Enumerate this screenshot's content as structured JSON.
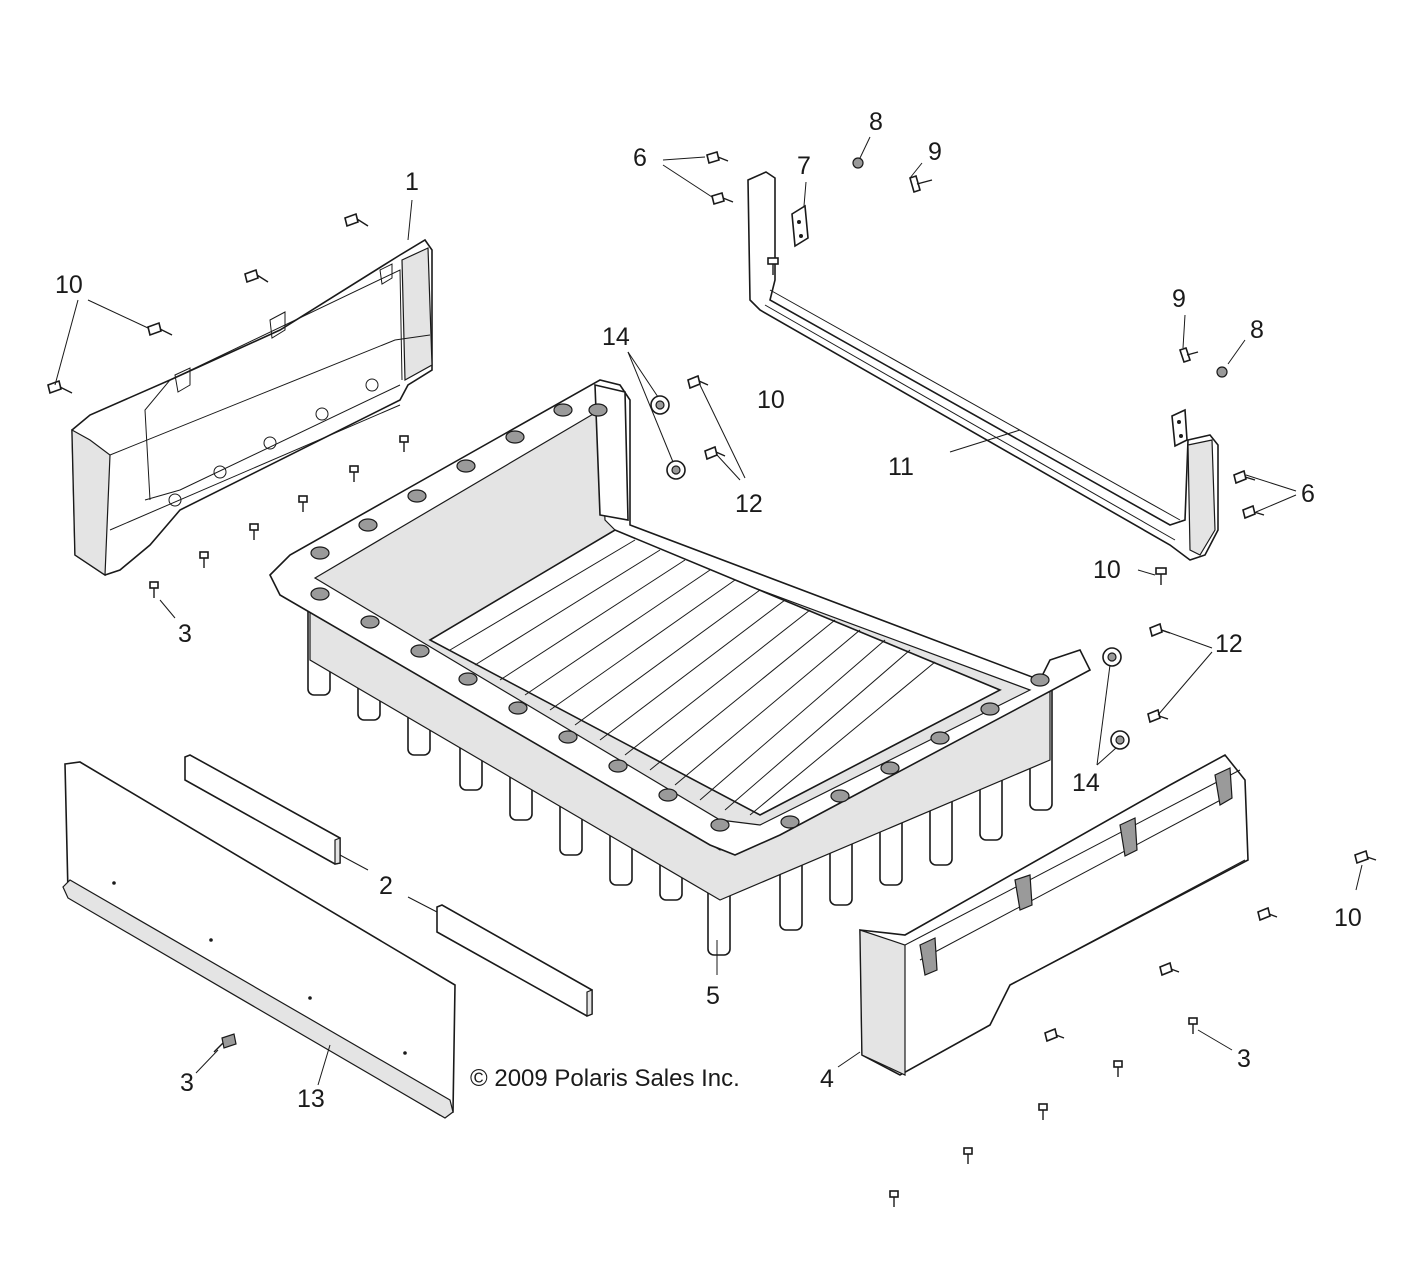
{
  "copyright": "© 2009 Polaris Sales Inc.",
  "callouts": [
    {
      "id": "c1",
      "text": "1"
    },
    {
      "id": "c10a",
      "text": "10"
    },
    {
      "id": "c3a",
      "text": "3"
    },
    {
      "id": "c6a",
      "text": "6"
    },
    {
      "id": "c7",
      "text": "7"
    },
    {
      "id": "c8a",
      "text": "8"
    },
    {
      "id": "c9a",
      "text": "9"
    },
    {
      "id": "c14a",
      "text": "14"
    },
    {
      "id": "c12a",
      "text": "12"
    },
    {
      "id": "c10b",
      "text": "10"
    },
    {
      "id": "c9b",
      "text": "9"
    },
    {
      "id": "c8b",
      "text": "8"
    },
    {
      "id": "c11",
      "text": "11"
    },
    {
      "id": "c6b",
      "text": "6"
    },
    {
      "id": "c10c",
      "text": "10"
    },
    {
      "id": "c12b",
      "text": "12"
    },
    {
      "id": "c14b",
      "text": "14"
    },
    {
      "id": "c2",
      "text": "2"
    },
    {
      "id": "c5",
      "text": "5"
    },
    {
      "id": "c10d",
      "text": "10"
    },
    {
      "id": "c3b",
      "text": "3"
    },
    {
      "id": "c13",
      "text": "13"
    },
    {
      "id": "c4",
      "text": "4"
    },
    {
      "id": "c3c",
      "text": "3"
    }
  ]
}
